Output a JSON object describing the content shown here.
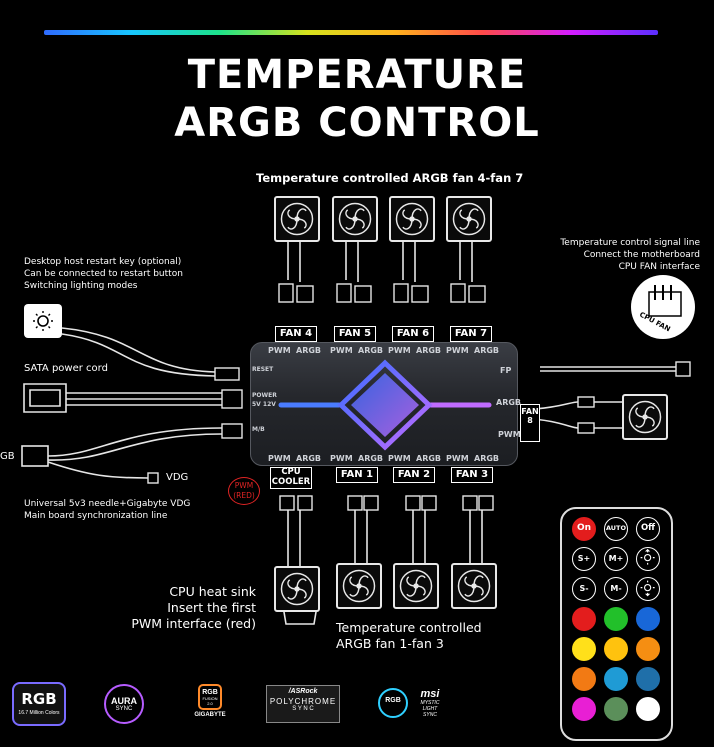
{
  "title": {
    "line1": "TEMPERATURE",
    "line2": "ARGB CONTROL"
  },
  "top_fans": {
    "caption": "Temperature controlled ARGB fan 4-fan 7",
    "tags": [
      "FAN 4",
      "FAN 5",
      "FAN 6",
      "FAN 7"
    ]
  },
  "bottom_fans": {
    "caption_line1": "Temperature controlled",
    "caption_line2": "ARGB fan 1-fan 3",
    "tags": [
      "FAN 1",
      "FAN 2",
      "FAN 3"
    ]
  },
  "cpu": {
    "tag_line1": "CPU",
    "tag_line2": "COOLER",
    "caption_line1": "CPU heat sink",
    "caption_line2": "Insert the first",
    "caption_line3": "PWM interface (red)",
    "pwm_line1": "PWM",
    "pwm_line2": "(RED)"
  },
  "left_notes": {
    "restart_line1": "Desktop host restart key (optional)",
    "restart_line2": "Can be connected to restart button",
    "restart_line3": "Switching lighting modes",
    "sata": "SATA power cord",
    "vdg": "VDG",
    "gb": "GB",
    "sync_line1": "Universal 5v3 needle+Gigabyte VDG",
    "sync_line2": "Main board synchronization line"
  },
  "right_notes": {
    "line1": "Temperature control signal line",
    "line2": "Connect the motherboard",
    "line3": "CPU FAN interface",
    "cpu_fan_label": "CPU FAN",
    "fan8": "FAN 8"
  },
  "hub": {
    "top_ports": [
      "PWM",
      "ARGB",
      "PWM",
      "ARGB",
      "PWM",
      "ARGB",
      "PWM",
      "ARGB"
    ],
    "bottom_ports": [
      "PWM",
      "ARGB",
      "PWM",
      "ARGB",
      "PWM",
      "ARGB",
      "PWM",
      "ARGB"
    ],
    "left_labels": [
      "RESET",
      "POWER",
      "5V 12V",
      "M/B"
    ],
    "right_labels": [
      "FP",
      "ARGB",
      "PWM"
    ]
  },
  "remote": {
    "buttons": [
      "On",
      "AUTO",
      "Off",
      "S+",
      "M+",
      "",
      "S-",
      "M-",
      ""
    ],
    "colors": [
      "#e31d1d",
      "#22c02a",
      "#1867d8",
      "#ffcc11",
      "#ffc20e",
      "#f58e12",
      "#f27a14",
      "#1f9bd5",
      "#1f6fa9",
      "#e81fd4",
      "#5b8f5a",
      "#ffffff"
    ]
  },
  "logos": {
    "rgb": "RGB",
    "rgb_sub": "16.7 Million Colors",
    "aura": "AURA",
    "aura_sub": "SYNC",
    "gigabyte_top": "RGB",
    "gigabyte_mid": "FUSION 2.0",
    "gigabyte": "GIGABYTE",
    "asrock": "/ASRock",
    "polychrome": "POLYCHROME",
    "polysync": "S Y N C",
    "msi_rgb": "RGB",
    "msi": "msi",
    "msi_sub1": "MYSTIC",
    "msi_sub2": "LIGHT",
    "msi_sub3": "SYNC"
  },
  "colors": {
    "accent_blue": "#2f6bff",
    "accent_purple": "#b85cff",
    "pwm_red": "#e02424"
  }
}
